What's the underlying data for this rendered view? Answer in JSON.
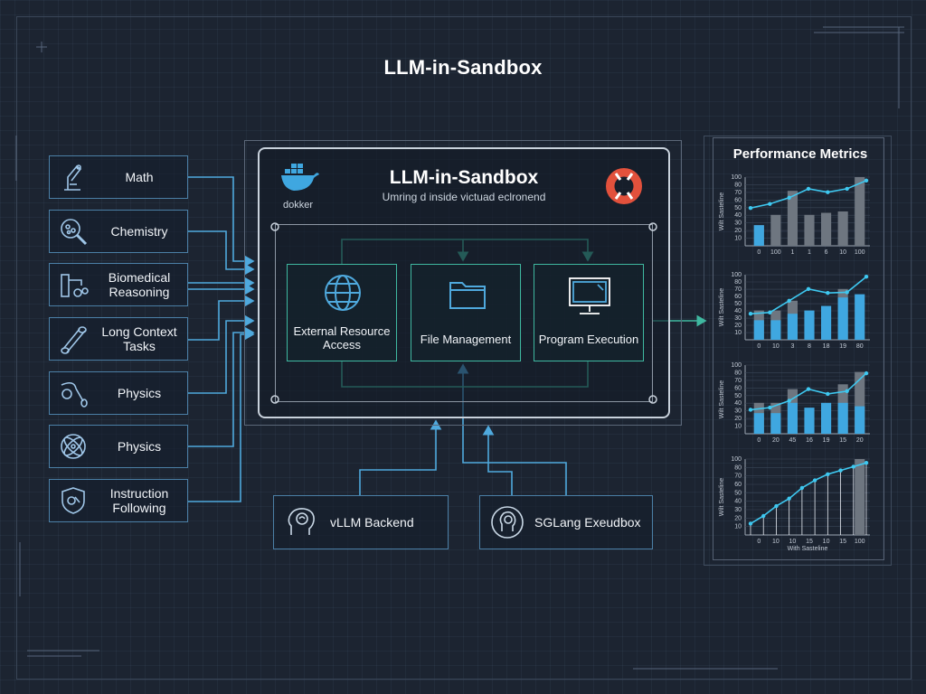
{
  "title": "LLM-in-Sandbox",
  "sandbox": {
    "title": "LLM-in-Sandbox",
    "subtitle": "Umring d inside victuad eclronend",
    "docker_label": "dokker"
  },
  "categories": [
    {
      "label": "Math",
      "icon": "microscope-icon"
    },
    {
      "label": "Chemistry",
      "icon": "magnifier-molecule-icon"
    },
    {
      "label": "Biomedical Reasoning",
      "icon": "lab-equipment-icon"
    },
    {
      "label": "Long Context Tasks",
      "icon": "scroll-icon"
    },
    {
      "label": "Physics",
      "icon": "pendulum-icon"
    },
    {
      "label": "Physics",
      "icon": "atom-icon"
    },
    {
      "label": "Instruction Following",
      "icon": "shield-icon"
    }
  ],
  "tools": [
    {
      "label": "External Resource Access",
      "icon": "globe-icon"
    },
    {
      "label": "File Management",
      "icon": "folder-icon"
    },
    {
      "label": "Program Execution",
      "icon": "monitor-icon"
    }
  ],
  "backends": [
    {
      "label": "vLLM Backend",
      "icon": "brain-head-icon"
    },
    {
      "label": "SGLang Exeudbox",
      "icon": "head-profile-icon"
    }
  ],
  "colors": {
    "background": "#1c2431",
    "teal": "#3fb8a0",
    "blue": "#4fa9dd",
    "bar_blue": "#3fa7e0",
    "bar_gray": "#6e7680",
    "line": "#3ec8f0"
  },
  "chart_data": [
    {
      "type": "bar",
      "title": "Performance Metrics",
      "ylabel": "Wilt Sasteline",
      "y_ticks": [
        "10",
        "20",
        "30",
        "40",
        "50",
        "60",
        "70",
        "80",
        "100"
      ],
      "x_ticks": [
        "0",
        "100",
        "1",
        "1",
        "6",
        "10",
        "100"
      ],
      "ylim": [
        0,
        100
      ],
      "series": [
        {
          "values": [
            30,
            45,
            80,
            45,
            48,
            50,
            100
          ],
          "color": "#6e7680"
        },
        {
          "values": [
            30,
            0,
            0,
            0,
            0,
            0,
            0
          ],
          "color": "#3fa7e0"
        }
      ],
      "line": [
        55,
        61,
        70,
        83,
        78,
        83,
        95
      ]
    },
    {
      "type": "bar",
      "ylabel": "Wilt Sasteline",
      "y_ticks": [
        "10",
        "20",
        "30",
        "40",
        "50",
        "60",
        "70",
        "80",
        "100"
      ],
      "x_ticks": [
        "0",
        "10",
        "3",
        "8",
        "18",
        "19",
        "80"
      ],
      "ylim": [
        0,
        100
      ],
      "series": [
        {
          "values": [
            45,
            45,
            60,
            0,
            0,
            78,
            0
          ],
          "color": "#6e7680"
        },
        {
          "values": [
            30,
            30,
            40,
            45,
            52,
            65,
            70
          ],
          "color": "#3fa7e0"
        }
      ],
      "line": [
        40,
        42,
        60,
        78,
        72,
        73,
        97
      ]
    },
    {
      "type": "bar",
      "ylabel": "Wilt Sasteline",
      "y_ticks": [
        "10",
        "20",
        "30",
        "40",
        "50",
        "60",
        "70",
        "80",
        "100"
      ],
      "x_ticks": [
        "0",
        "20",
        "45",
        "16",
        "19",
        "15",
        "20"
      ],
      "ylim": [
        0,
        100
      ],
      "series": [
        {
          "values": [
            45,
            45,
            65,
            0,
            0,
            72,
            90
          ],
          "color": "#6e7680"
        },
        {
          "values": [
            30,
            30,
            45,
            38,
            45,
            45,
            40
          ],
          "color": "#3fa7e0"
        }
      ],
      "line": [
        35,
        38,
        48,
        65,
        58,
        62,
        88
      ]
    },
    {
      "type": "bar",
      "ylabel": "Wilt Sasteline",
      "y_ticks": [
        "10",
        "20",
        "30",
        "40",
        "50",
        "60",
        "70",
        "80",
        "100"
      ],
      "x_ticks": [
        "0",
        "10",
        "10",
        "15",
        "10",
        "15",
        "100"
      ],
      "xlabel": "With Sasteline",
      "ylim": [
        0,
        100
      ],
      "series": [
        {
          "values": [
            0,
            0,
            0,
            0,
            0,
            0,
            100
          ],
          "color": "#6e7680"
        }
      ],
      "line": [
        15,
        25,
        38,
        48,
        62,
        72,
        80,
        85,
        90,
        95
      ]
    }
  ]
}
